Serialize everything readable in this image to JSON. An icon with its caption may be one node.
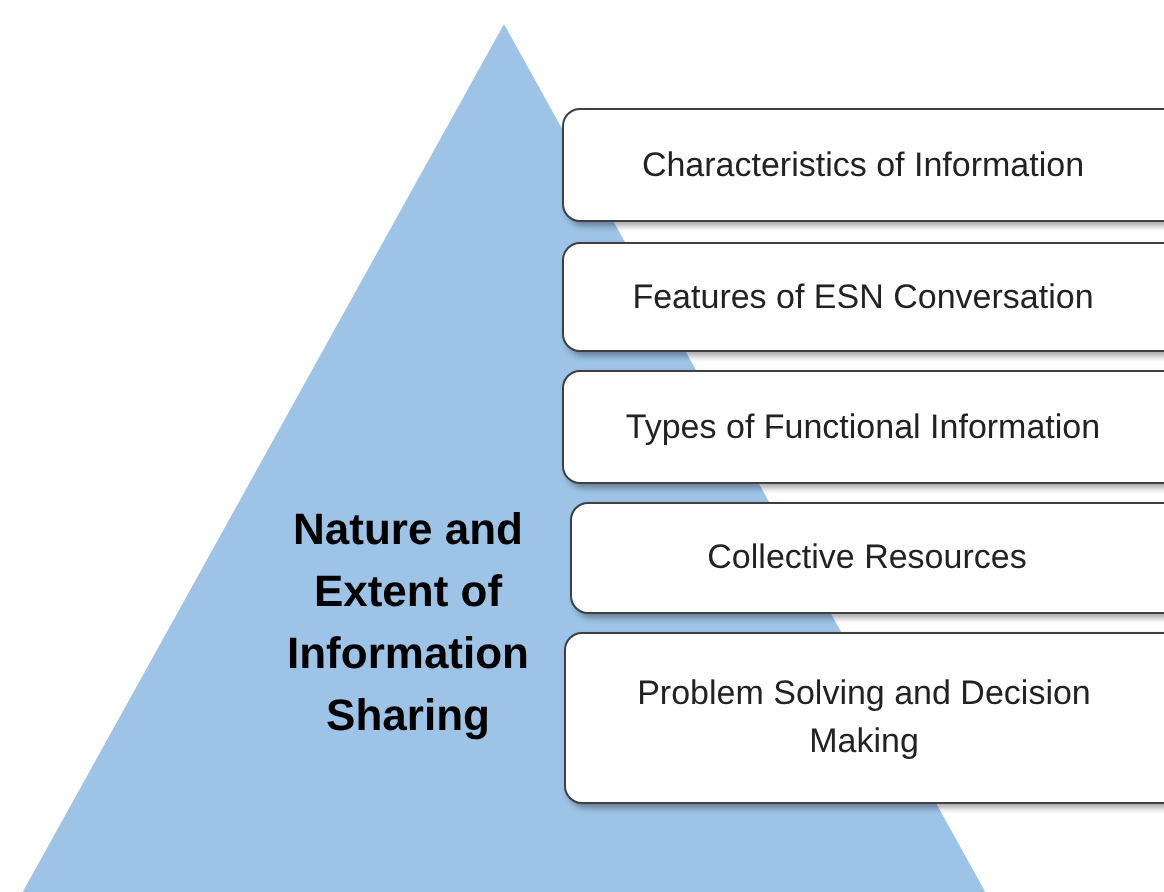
{
  "diagram": {
    "nodes": [
      {
        "text": [
          "Nature and Extent of Information Sharing"
        ]
      },
      {
        "text": [
          "Characteristics of Information"
        ]
      },
      {
        "text": [
          "Features of ESN Conversation"
        ]
      },
      {
        "text": [
          "Types of Functional Information"
        ]
      },
      {
        "text": [
          "Collective Resources"
        ]
      },
      {
        "text": [
          "Problem Solving and Decision Making"
        ]
      }
    ]
  }
}
